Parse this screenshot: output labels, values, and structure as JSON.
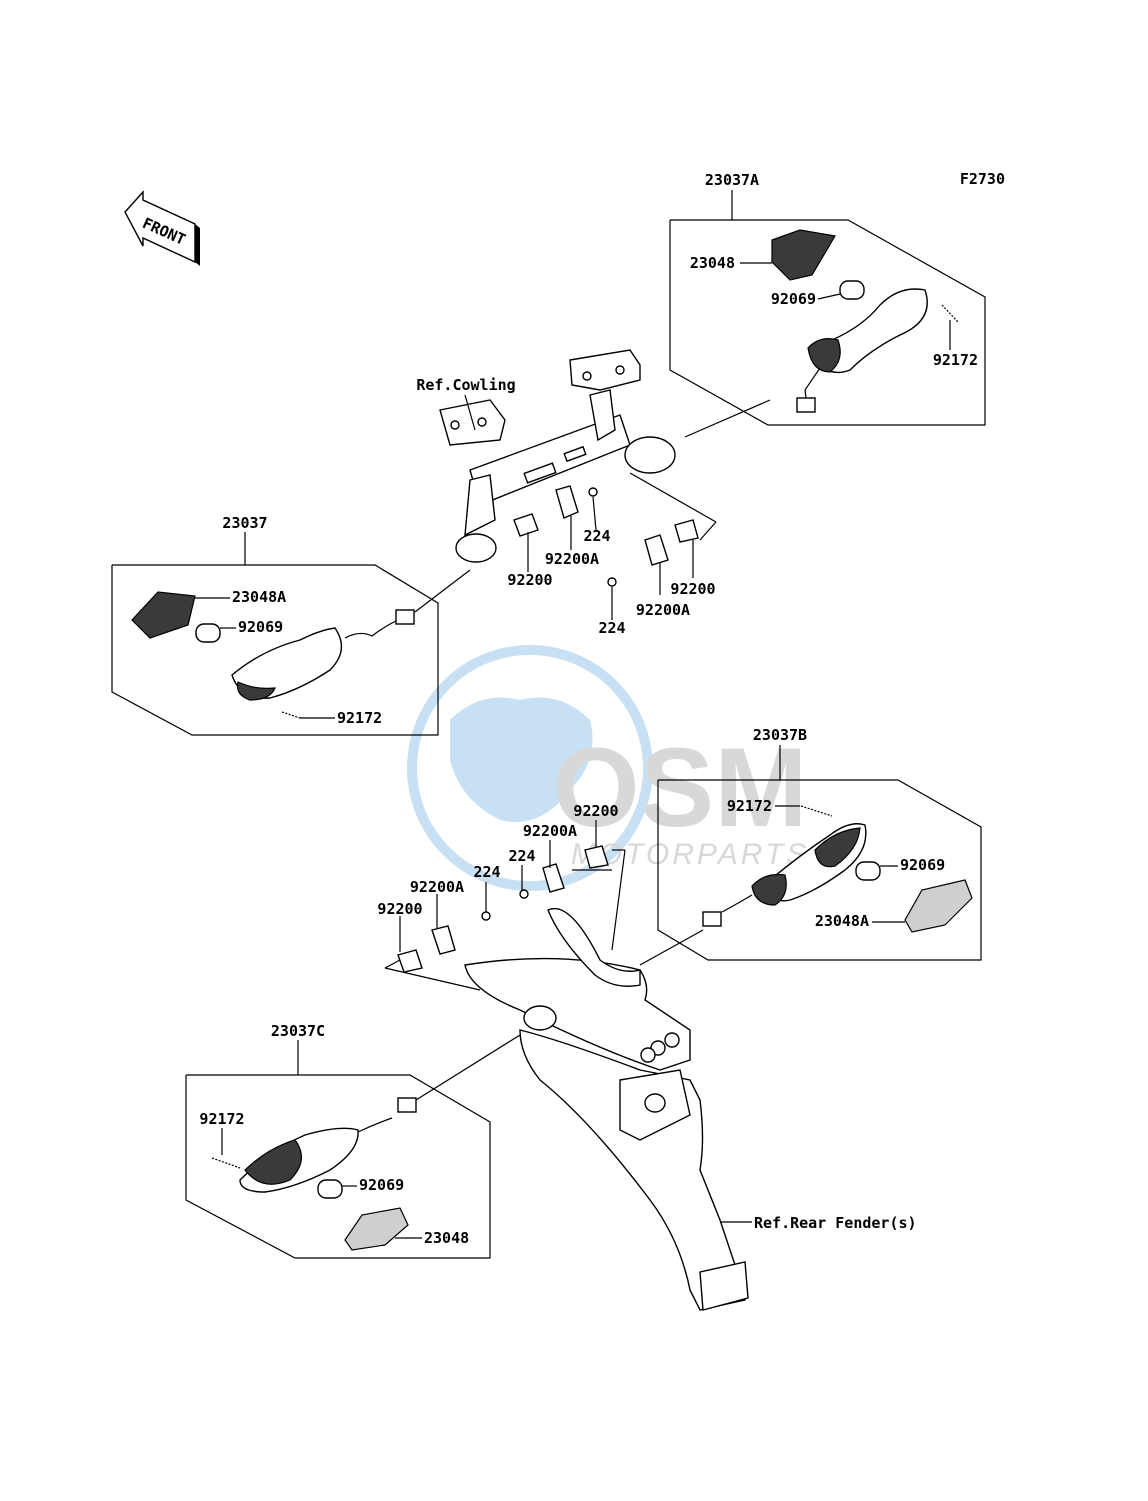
{
  "diagram": {
    "code": "F2730",
    "front_label": "FRONT",
    "watermark": {
      "brand": "OSM",
      "sub": "MOTORPARTS"
    },
    "callouts": {
      "ref_cowling": "Ref.Cowling",
      "ref_rear_fender": "Ref.Rear Fender(s)",
      "assy_23037A": "23037A",
      "a_23048": "23048",
      "a_92069": "92069",
      "a_92172": "92172",
      "assy_23037": "23037",
      "b_23048A": "23048A",
      "b_92069": "92069",
      "b_92172": "92172",
      "f_224_r": "224",
      "f_92200A_r": "92200A",
      "f_92200_r": "92200",
      "f_92200_l": "92200",
      "f_92200A_l": "92200A",
      "f_224_l": "224",
      "assy_23037B": "23037B",
      "c_92172": "92172",
      "c_92069": "92069",
      "c_23048A": "23048A",
      "r_92200_top": "92200",
      "r_92200A_top": "92200A",
      "r_224_top": "224",
      "r_224_mid": "224",
      "r_92200A_mid": "92200A",
      "r_92200_mid": "92200",
      "assy_23037C": "23037C",
      "d_92172": "92172",
      "d_92069": "92069",
      "d_23048": "23048"
    },
    "colors": {
      "line": "#000000",
      "watermark_blue": "#9cc8ec",
      "watermark_grey": "#c9c9c9"
    }
  }
}
